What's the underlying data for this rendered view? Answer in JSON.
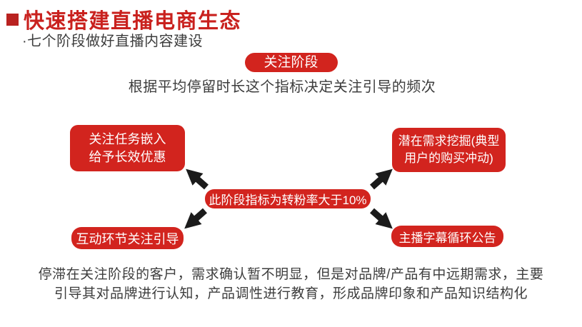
{
  "slide": {
    "title": "快速搭建直播电商生态",
    "subtitle": "·七个阶段做好直播内容建设",
    "stage_badge": "关注阶段",
    "stage_desc": "根据平均停留时长这个指标决定关注引导的频次",
    "diagram": {
      "center": "此阶段指标为转粉率大于10%",
      "top_left": {
        "line1": "关注任务嵌入",
        "line2": "给予长效优惠"
      },
      "top_right": {
        "line1": "潜在需求挖掘(典型",
        "line2": "用户的购买冲动)"
      },
      "bottom_left": "互动环节关注引导",
      "bottom_right": "主播字幕循环公告"
    },
    "footer": {
      "line1": "停滞在关注阶段的客户，需求确认暂不明显，但是对品牌/产品有中远期需求，主要",
      "line2": "引导其对品牌进行认知，产品调性进行教育，形成品牌印象和产品知识结构化"
    },
    "colors": {
      "accent_red": "#d2241e",
      "title_red": "#c9211e",
      "bullet_red": "#b92220",
      "text_dark": "#3d3d3d",
      "arrow_black": "#1b1b1b"
    }
  }
}
